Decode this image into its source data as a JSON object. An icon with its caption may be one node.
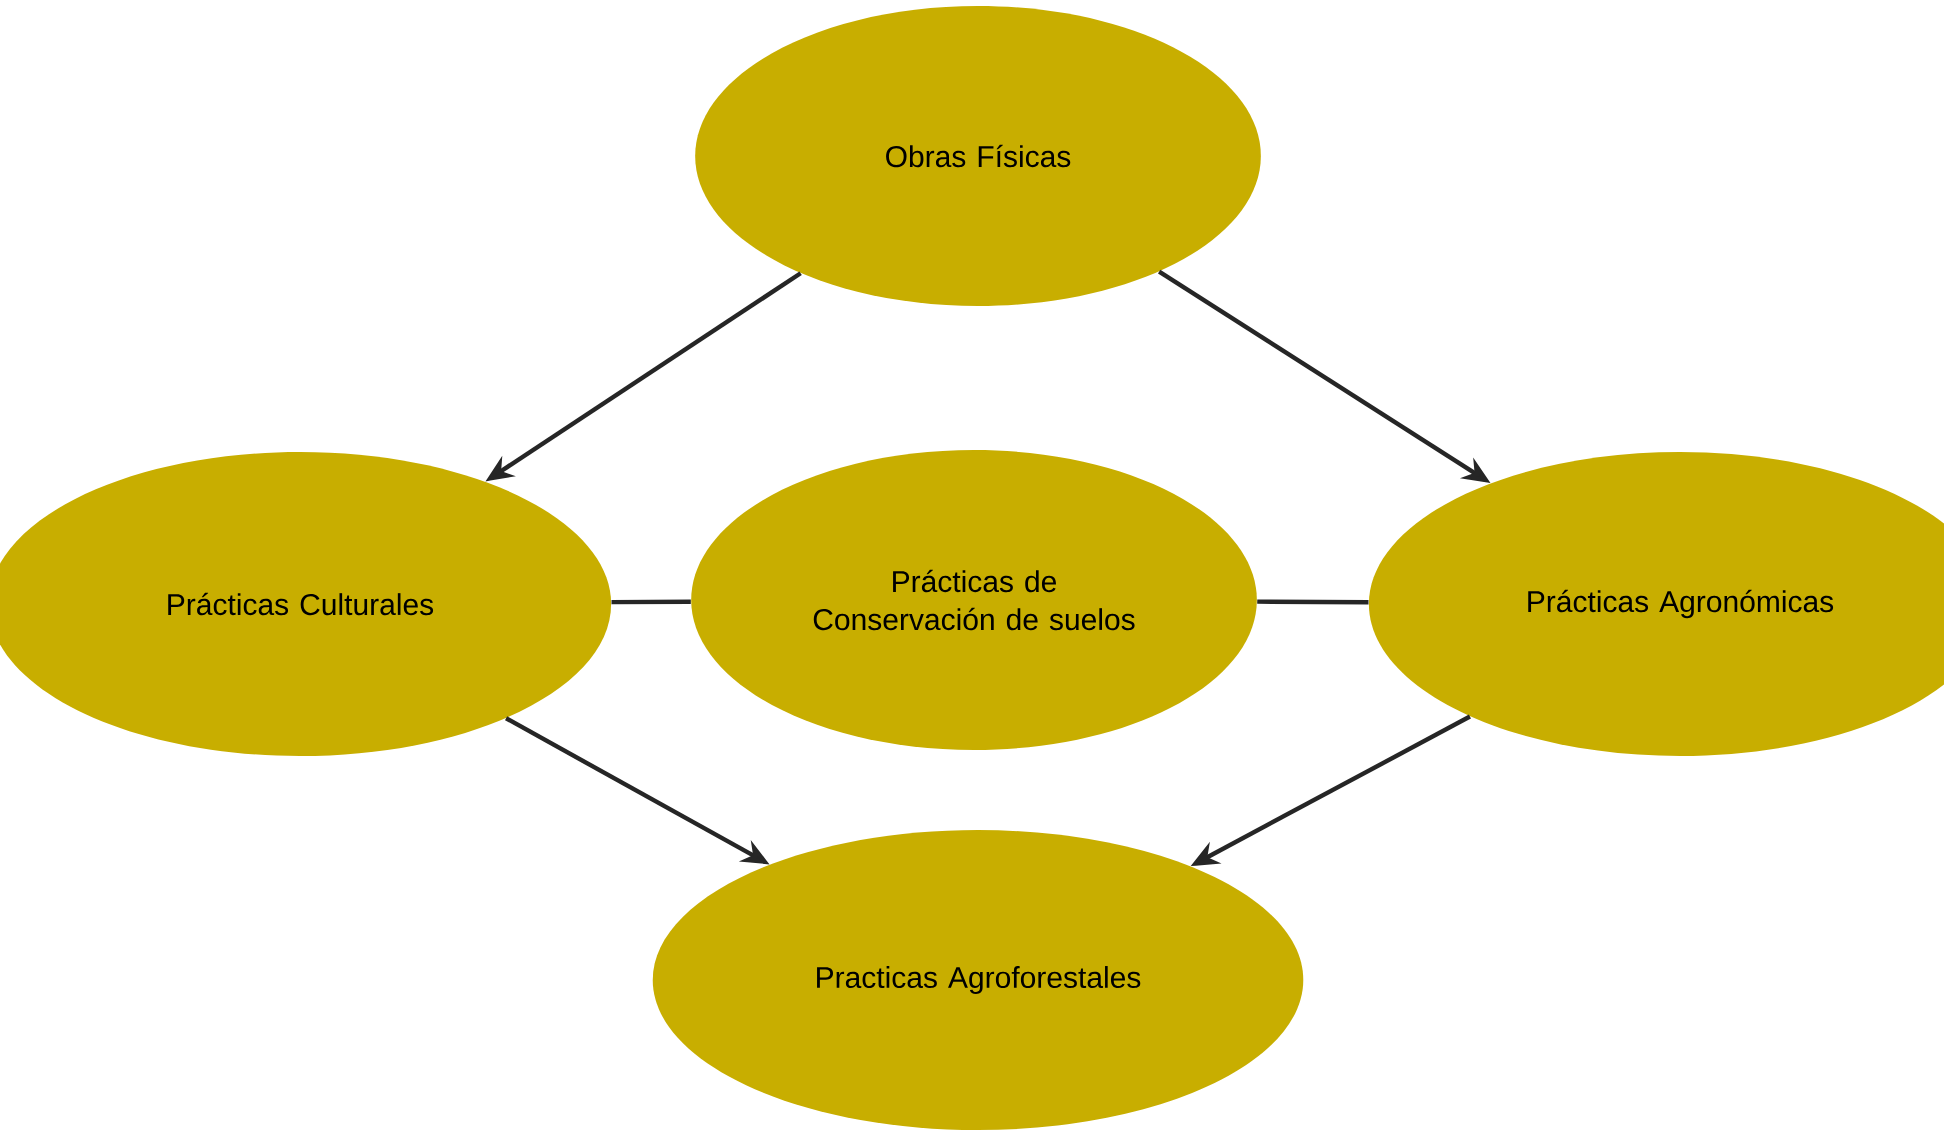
{
  "diagram": {
    "nodes": [
      {
        "text": [
          "Obras Físicas"
        ]
      },
      {
        "text": [
          "Prácticas Culturales"
        ]
      },
      {
        "text": [
          "Prácticas de Conservación de suelos"
        ]
      },
      {
        "text": [
          "Prácticas Agronómicas"
        ]
      },
      {
        "text": [
          "Practicas Agroforestales"
        ]
      }
    ],
    "edges": [
      {
        "from": 0,
        "to": 1,
        "arrow": "to"
      },
      {
        "from": 0,
        "to": 3,
        "arrow": "to"
      },
      {
        "from": 1,
        "to": 2,
        "arrow": "none"
      },
      {
        "from": 2,
        "to": 3,
        "arrow": "none"
      },
      {
        "from": 1,
        "to": 4,
        "arrow": "to"
      },
      {
        "from": 3,
        "to": 4,
        "arrow": "to"
      }
    ]
  }
}
